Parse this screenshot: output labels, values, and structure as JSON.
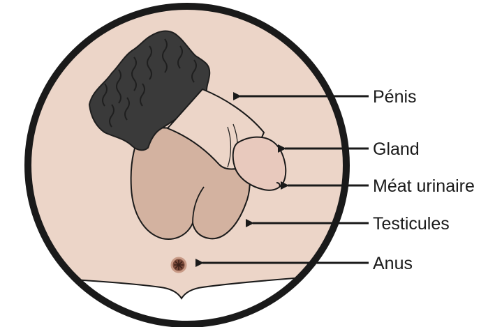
{
  "labels": {
    "penis": "Pénis",
    "glans": "Gland",
    "urethral_meatus": "Méat urinaire",
    "testicles": "Testicules",
    "anus": "Anus"
  },
  "colors": {
    "background": "#ffffff",
    "circle_border": "#1a1a1a",
    "skin_light": "#ecd5c8",
    "skin_medium": "#d3b2a0",
    "glans": "#e8c9bd",
    "hair": "#3a3a3a",
    "hair_dark": "#1f1f1f",
    "anus": "#7a4a3a",
    "outline": "#1a1a1a",
    "text": "#1a1a1a"
  }
}
